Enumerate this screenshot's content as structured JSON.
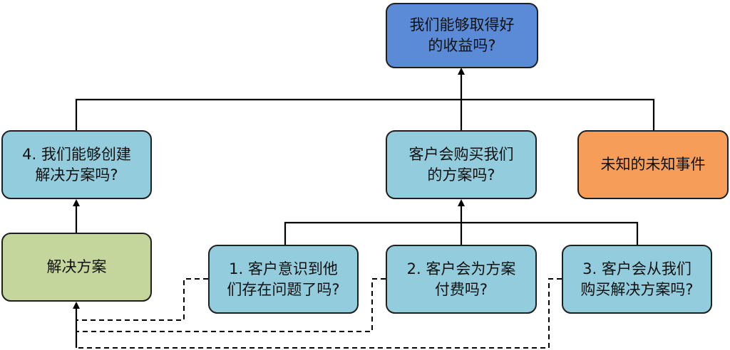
{
  "nodes": {
    "top": {
      "lines": [
        "我们能够取得好",
        "的收益吗?"
      ],
      "color": "#5b8bd6"
    },
    "create": {
      "lines": [
        "4. 我们能够创建",
        "解决方案吗?"
      ],
      "color": "#93cddd"
    },
    "buy": {
      "lines": [
        "客户会购买我们",
        "的方案吗?"
      ],
      "color": "#93cddd"
    },
    "unknown": {
      "lines": [
        "未知的未知事件"
      ],
      "color": "#f59d59"
    },
    "solution": {
      "lines": [
        "解决方案"
      ],
      "color": "#c4d69c"
    },
    "aware": {
      "lines": [
        "1. 客户意识到他",
        "们存在问题了吗?"
      ],
      "color": "#93cddd"
    },
    "pay": {
      "lines": [
        "2. 客户会为方案",
        "付费吗?"
      ],
      "color": "#93cddd"
    },
    "from_us": {
      "lines": [
        "3. 客户会从我们",
        "购买解决方案吗?"
      ],
      "color": "#93cddd"
    }
  }
}
